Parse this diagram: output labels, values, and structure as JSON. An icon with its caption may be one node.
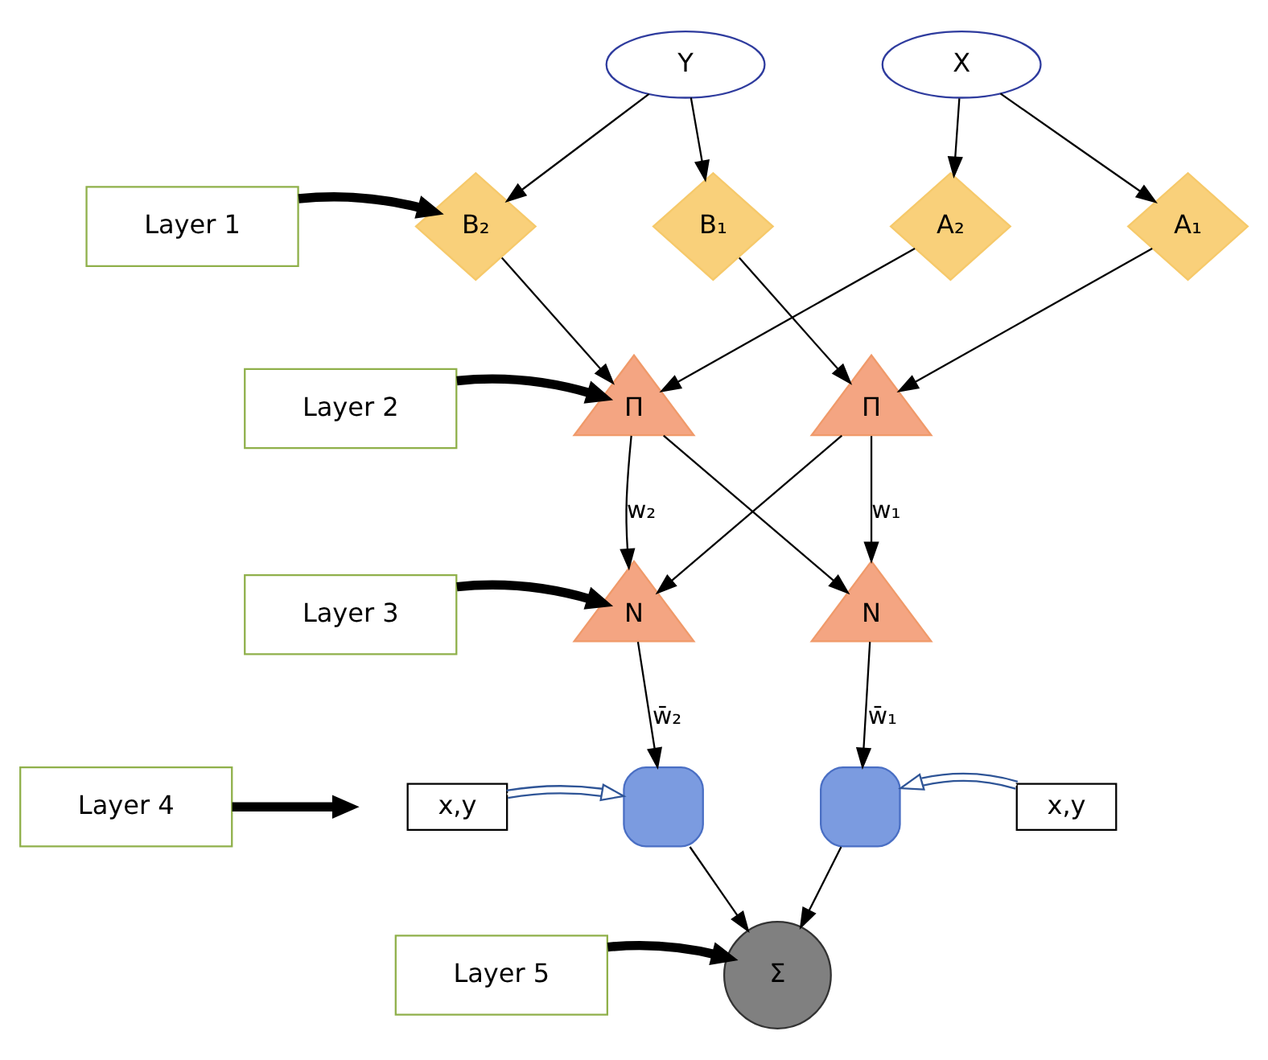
{
  "diagram": {
    "nodes": [
      {
        "text": [
          "Y"
        ]
      },
      {
        "text": [
          "X"
        ]
      },
      {
        "text": [
          "B₂"
        ]
      },
      {
        "text": [
          "B₁"
        ]
      },
      {
        "text": [
          "A₂"
        ]
      },
      {
        "text": [
          "A₁"
        ]
      },
      {
        "text": [
          "Π"
        ]
      },
      {
        "text": [
          "Π"
        ]
      },
      {
        "text": [
          "N"
        ]
      },
      {
        "text": [
          "N"
        ]
      },
      {
        "text": [],
        "shape": "box"
      },
      {
        "text": [],
        "shape": "box"
      },
      {
        "text": [
          "Σ"
        ]
      },
      {
        "text": [
          "x,y"
        ]
      },
      {
        "text": [
          "x,y"
        ]
      },
      {
        "text": [
          "Layer 1"
        ]
      },
      {
        "text": [
          "Layer 2"
        ]
      },
      {
        "text": [
          "Layer 3"
        ]
      },
      {
        "text": [
          "Layer 4"
        ]
      },
      {
        "text": [
          "Layer 5"
        ]
      }
    ],
    "edges": [
      {
        "from": 0,
        "to": 2,
        "arrow": "to"
      },
      {
        "from": 0,
        "to": 3,
        "arrow": "to"
      },
      {
        "from": 1,
        "to": 4,
        "arrow": "to"
      },
      {
        "from": 1,
        "to": 5,
        "arrow": "to"
      },
      {
        "from": 2,
        "to": 6,
        "arrow": "to"
      },
      {
        "from": 3,
        "to": 7,
        "arrow": "to"
      },
      {
        "from": 4,
        "to": 6,
        "arrow": "to"
      },
      {
        "from": 5,
        "to": 7,
        "arrow": "to"
      },
      {
        "from": 6,
        "to": 8,
        "arrow": "to",
        "label": "w₂"
      },
      {
        "from": 6,
        "to": 9,
        "arrow": "to"
      },
      {
        "from": 7,
        "to": 8,
        "arrow": "to"
      },
      {
        "from": 7,
        "to": 9,
        "arrow": "to",
        "label": "w₁"
      },
      {
        "from": 8,
        "to": 10,
        "arrow": "to",
        "label": "w̄₂"
      },
      {
        "from": 9,
        "to": 11,
        "arrow": "to",
        "label": "w̄₁"
      },
      {
        "from": 13,
        "to": 10,
        "arrow": "to",
        "color": "#2f5597"
      },
      {
        "from": 14,
        "to": 11,
        "arrow": "to",
        "color": "#2f5597"
      },
      {
        "from": 10,
        "to": 12,
        "arrow": "to"
      },
      {
        "from": 11,
        "to": 12,
        "arrow": "to"
      },
      {
        "from": 15,
        "to": 2,
        "arrow": "to",
        "style": "thick"
      },
      {
        "from": 16,
        "to": 6,
        "arrow": "to",
        "style": "thick"
      },
      {
        "from": 17,
        "to": 8,
        "arrow": "to",
        "style": "thick"
      },
      {
        "from": 18,
        "to": null,
        "arrow": "to",
        "style": "thick"
      },
      {
        "from": 19,
        "to": 12,
        "arrow": "to",
        "style": "thick"
      }
    ]
  }
}
